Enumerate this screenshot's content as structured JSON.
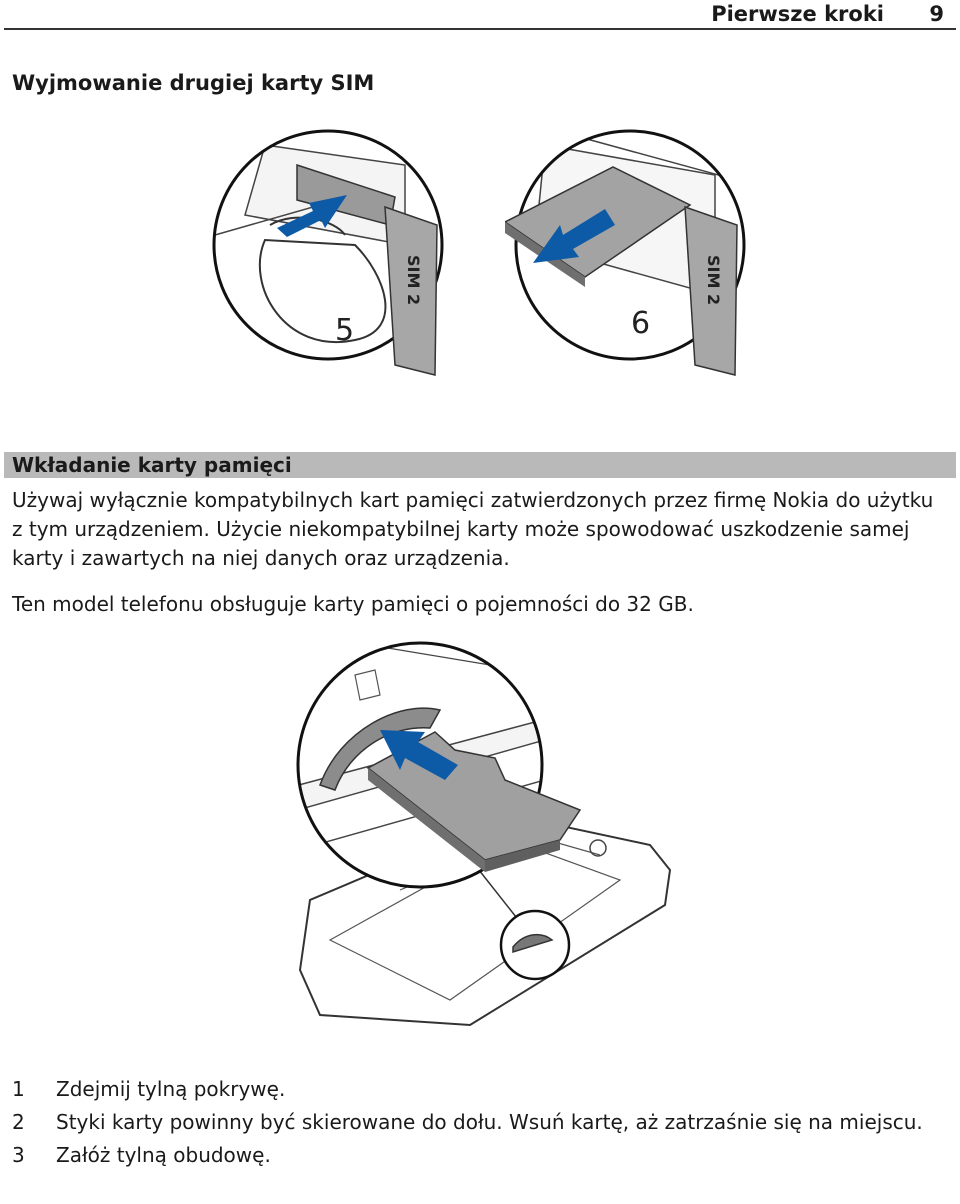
{
  "header": {
    "section": "Pierwsze kroki",
    "page_number": "9"
  },
  "section1": {
    "title": "Wyjmowanie drugiej karty SIM",
    "figure_left": {
      "step_label": "5",
      "tray_label": "SIM 2"
    },
    "figure_right": {
      "step_label": "6",
      "tray_label": "SIM 2"
    }
  },
  "section2": {
    "title": "Wkładanie karty pamięci",
    "paragraph1": "Używaj wyłącznie kompatybilnych kart pamięci zatwierdzonych przez firmę Nokia do użytku z tym urządzeniem. Użycie niekompatybilnej karty może spowodować uszkodzenie samej karty i zawartych na niej danych oraz urządzenia.",
    "paragraph2": "Ten model telefonu obsługuje karty pamięci o pojemności do 32 GB.",
    "steps": [
      {
        "n": "1",
        "text": "Zdejmij tylną pokrywę."
      },
      {
        "n": "2",
        "text": "Styki karty powinny być skierowane do dołu. Wsuń kartę, aż zatrzaśnie się na miejscu."
      },
      {
        "n": "3",
        "text": "Załóż tylną obudowę."
      }
    ]
  },
  "colors": {
    "arrow_blue": "#0d5aa7",
    "card_gray": "#8f8f8f",
    "band_gray": "#b9b9b9"
  }
}
